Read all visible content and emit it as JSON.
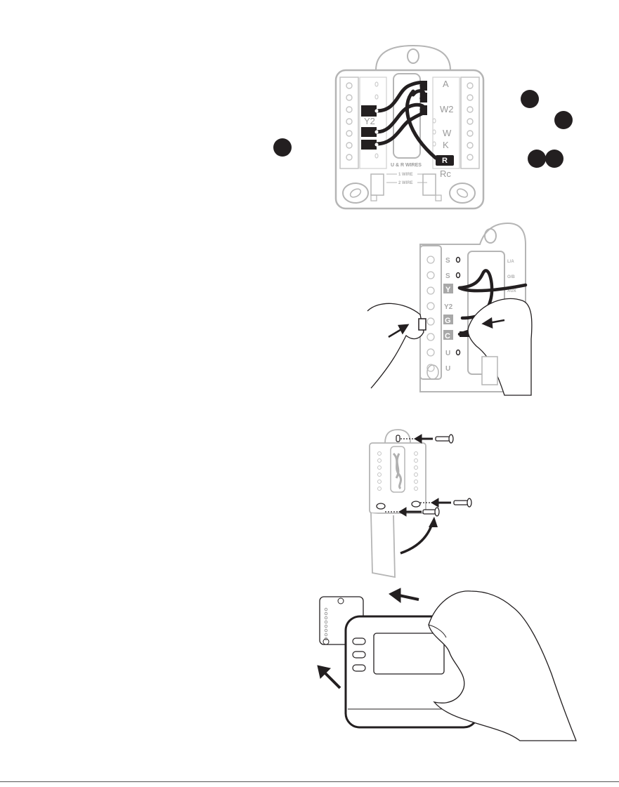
{
  "step_markers": {
    "count_left": 1,
    "count_right_1": 1,
    "count_right_2": 1,
    "count_right_pair": 2
  },
  "figure1": {
    "left_labels": [
      "Y2"
    ],
    "right_labels": [
      "A",
      "W2",
      "W",
      "K",
      "R",
      "Rc"
    ],
    "wire_label": "U & R WIRES",
    "sub_label_1": "1 WIRE",
    "sub_label_2": "2 WIRE"
  },
  "figure2": {
    "terminals": [
      "S",
      "S",
      "Y",
      "Y2",
      "G",
      "C",
      "U",
      "U"
    ],
    "right_labels": [
      "L/A",
      "O/B",
      "AUX"
    ]
  }
}
